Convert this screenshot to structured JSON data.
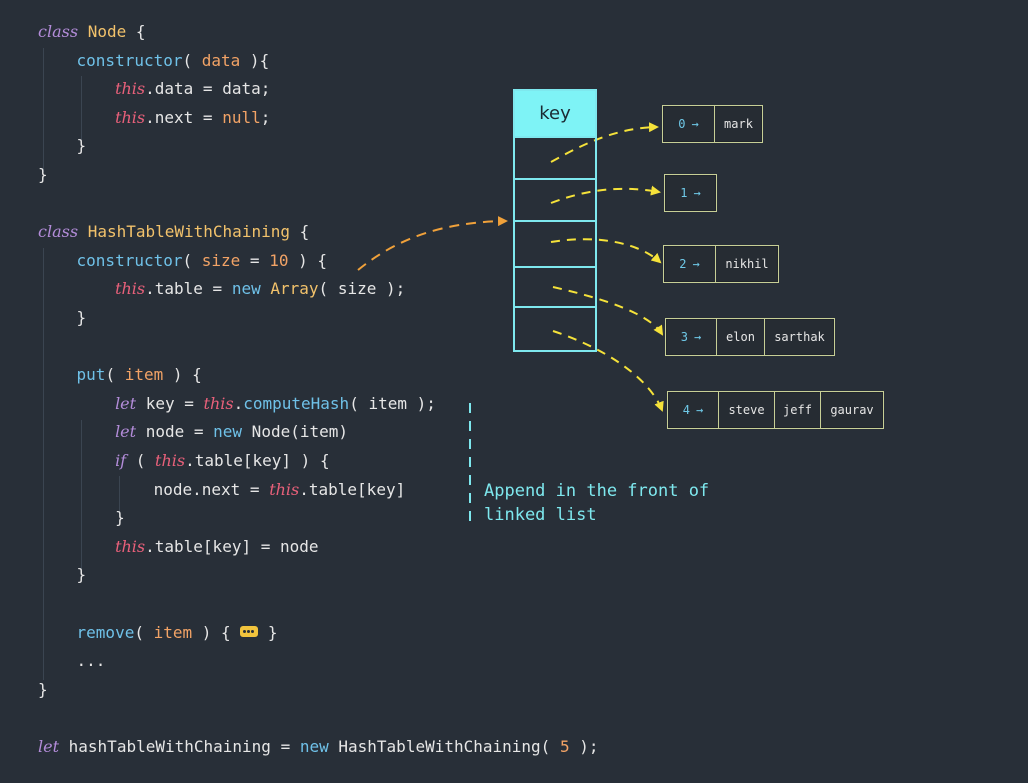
{
  "code": {
    "lines": [
      [
        {
          "t": "class",
          "c": "kw"
        },
        {
          "t": " "
        },
        {
          "t": "Node",
          "c": "cls"
        },
        {
          "t": " {",
          "c": "pun"
        }
      ],
      [
        {
          "t": "    "
        },
        {
          "t": "constructor",
          "c": "fn"
        },
        {
          "t": "( ",
          "c": "pun"
        },
        {
          "t": "data",
          "c": "par"
        },
        {
          "t": " ){",
          "c": "pun"
        }
      ],
      [
        {
          "t": "        "
        },
        {
          "t": "this",
          "c": "this"
        },
        {
          "t": ".data = data;",
          "c": "plain"
        }
      ],
      [
        {
          "t": "        "
        },
        {
          "t": "this",
          "c": "this"
        },
        {
          "t": ".next = ",
          "c": "plain"
        },
        {
          "t": "null",
          "c": "lit"
        },
        {
          "t": ";",
          "c": "plain"
        }
      ],
      [
        {
          "t": "    "
        },
        {
          "t": "}",
          "c": "pun"
        }
      ],
      [
        {
          "t": "}",
          "c": "pun"
        }
      ],
      [],
      [
        {
          "t": "class",
          "c": "kw"
        },
        {
          "t": " "
        },
        {
          "t": "HashTableWithChaining",
          "c": "cls"
        },
        {
          "t": " {",
          "c": "pun"
        }
      ],
      [
        {
          "t": "    "
        },
        {
          "t": "constructor",
          "c": "fn"
        },
        {
          "t": "( ",
          "c": "pun"
        },
        {
          "t": "size",
          "c": "par"
        },
        {
          "t": " = ",
          "c": "plain"
        },
        {
          "t": "10",
          "c": "lit"
        },
        {
          "t": " ) {",
          "c": "pun"
        }
      ],
      [
        {
          "t": "        "
        },
        {
          "t": "this",
          "c": "this"
        },
        {
          "t": ".table = ",
          "c": "plain"
        },
        {
          "t": "new",
          "c": "fn"
        },
        {
          "t": " "
        },
        {
          "t": "Array",
          "c": "cls"
        },
        {
          "t": "( size );",
          "c": "plain"
        }
      ],
      [
        {
          "t": "    "
        },
        {
          "t": "}",
          "c": "pun"
        }
      ],
      [],
      [
        {
          "t": "    "
        },
        {
          "t": "put",
          "c": "fn"
        },
        {
          "t": "( ",
          "c": "pun"
        },
        {
          "t": "item",
          "c": "par"
        },
        {
          "t": " ) {",
          "c": "pun"
        }
      ],
      [
        {
          "t": "        "
        },
        {
          "t": "let",
          "c": "kw"
        },
        {
          "t": " key = ",
          "c": "plain"
        },
        {
          "t": "this",
          "c": "this"
        },
        {
          "t": ".",
          "c": "plain"
        },
        {
          "t": "computeHash",
          "c": "fn"
        },
        {
          "t": "( item );",
          "c": "plain"
        }
      ],
      [
        {
          "t": "        "
        },
        {
          "t": "let",
          "c": "kw"
        },
        {
          "t": " node = ",
          "c": "plain"
        },
        {
          "t": "new",
          "c": "fn"
        },
        {
          "t": " Node(item)",
          "c": "plain"
        }
      ],
      [
        {
          "t": "        "
        },
        {
          "t": "if",
          "c": "kw"
        },
        {
          "t": " ( ",
          "c": "plain"
        },
        {
          "t": "this",
          "c": "this"
        },
        {
          "t": ".table[key] ) {",
          "c": "plain"
        }
      ],
      [
        {
          "t": "            node.next = ",
          "c": "plain"
        },
        {
          "t": "this",
          "c": "this"
        },
        {
          "t": ".table[key]",
          "c": "plain"
        }
      ],
      [
        {
          "t": "        "
        },
        {
          "t": "}",
          "c": "pun"
        }
      ],
      [
        {
          "t": "        "
        },
        {
          "t": "this",
          "c": "this"
        },
        {
          "t": ".table[key] = node",
          "c": "plain"
        }
      ],
      [
        {
          "t": "    "
        },
        {
          "t": "}",
          "c": "pun"
        }
      ],
      [],
      [
        {
          "t": "    "
        },
        {
          "t": "remove",
          "c": "fn"
        },
        {
          "t": "( ",
          "c": "pun"
        },
        {
          "t": "item",
          "c": "par"
        },
        {
          "t": " ) { ",
          "c": "pun"
        },
        {
          "chip": true
        },
        {
          "t": " }",
          "c": "pun"
        }
      ],
      [
        {
          "t": "    ...",
          "c": "plain"
        }
      ],
      [
        {
          "t": "}",
          "c": "pun"
        }
      ],
      [],
      [
        {
          "t": "let",
          "c": "kw"
        },
        {
          "t": " hashTableWithChaining = ",
          "c": "plain"
        },
        {
          "t": "new",
          "c": "fn"
        },
        {
          "t": " HashTableWithChaining( ",
          "c": "plain"
        },
        {
          "t": "5",
          "c": "lit"
        },
        {
          "t": " );",
          "c": "plain"
        }
      ]
    ]
  },
  "diagram": {
    "array_label": "key",
    "slot_count": 5,
    "lists": [
      {
        "index": "0",
        "arrow": "→",
        "items": [
          "mark"
        ]
      },
      {
        "index": "1",
        "arrow": "→",
        "items": []
      },
      {
        "index": "2",
        "arrow": "→",
        "items": [
          "nikhil"
        ]
      },
      {
        "index": "3",
        "arrow": "→",
        "items": [
          "elon",
          "sarthak"
        ]
      },
      {
        "index": "4",
        "arrow": "→",
        "items": [
          "steve",
          "jeff",
          "gaurav"
        ]
      }
    ],
    "note_line1": "Append in the front of",
    "note_line2": "linked list"
  },
  "colors": {
    "background": "#282f38",
    "array_border": "#7ee8ee",
    "array_header": "#7ef3f6",
    "pointer_arrows": "#f5e23a",
    "table_arrow": "#f0a13a",
    "node_border": "#c7cf96"
  }
}
